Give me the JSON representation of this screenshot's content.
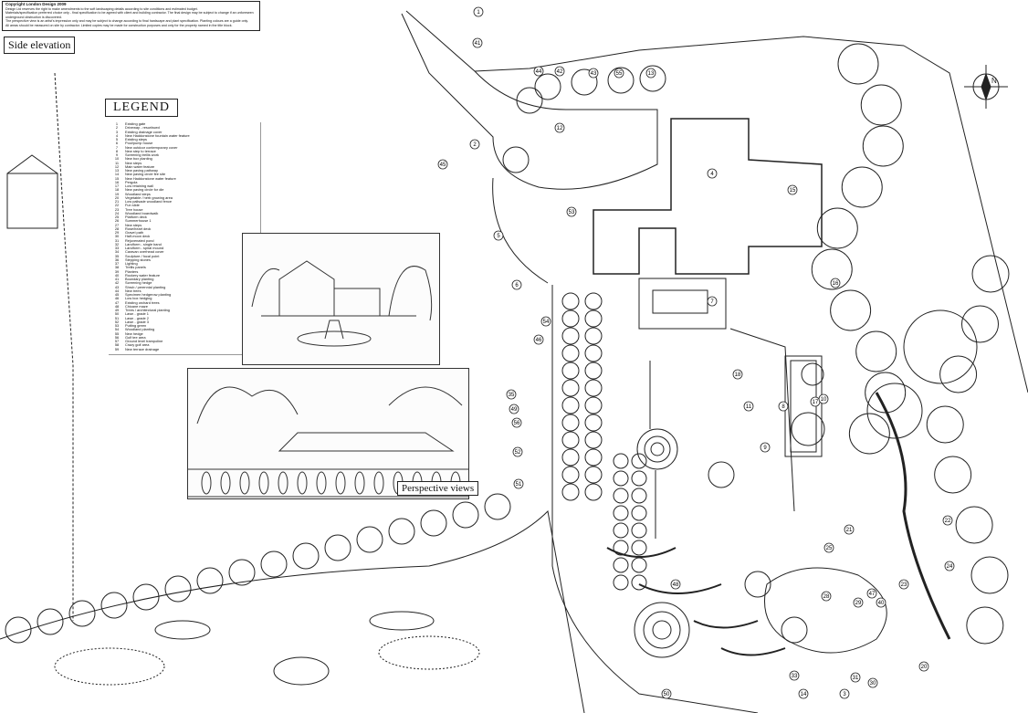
{
  "copyright": {
    "title": "Copyright London Design 2009",
    "lines": [
      "Design Ltd reserves the right to make amendments to the soft landscaping details according to site conditions and estimated budget.",
      "Materials/specification preferred choice only - final specification to be agreed with client and building contractor. The final design may be subject to change if an unforeseen underground obstruction is discovered.",
      "The perspective view is an artist's impression only and may be subject to change according to final hardscape and plant specification. Planting colours are a guide only.",
      "All areas should be measured on site by contractor. Limited copies may be made for construction purposes and only for the property named in the title block."
    ]
  },
  "side_elevation_label": "Side elevation",
  "legend": {
    "title": "LEGEND",
    "items": [
      "Existing gate",
      "Driveway - resurfaced",
      "Existing drainage cover",
      "New Haddonstone fountain water feature",
      "Existing steps",
      "Pool/pump house",
      "New outdoor contemporary cover",
      "New step to terrace",
      "Screening trellis work",
      "New box planting",
      "New steps",
      "Main water feature",
      "New paving pathway",
      "New paving circle fire site",
      "New Haddonstone water feature",
      "Pergola",
      "Low retaining wall",
      "New paving circle for die",
      "Woodland steps",
      "Vegetable / herb growing area",
      "Low palisade woodland fence",
      "Fun slide",
      "Tree house",
      "Woodland boardwalk",
      "Platform deck",
      "Summerhouse 1",
      "New steps",
      "Rose/heart deck",
      "Gravel path",
      "Half-moon deck",
      "Rejuvenated pond",
      "Landform - single band",
      "Landform - spiral mound",
      "Caravan overhead cover",
      "Sculpture / focal point",
      "Stepping stones",
      "Lighting",
      "Trellis panels",
      "Planters",
      "Rockery water feature",
      "Boundary planting",
      "Screening hedge",
      "Shrub / perennial planting",
      "New trees",
      "Specimen hedgerow planting",
      "Low box hedging",
      "Existing orchard trees",
      "Chicane maze",
      "Trees / architectural planting",
      "Lawn - grade 1",
      "Lawn - grade 2",
      "Lawn - grade 3",
      "Putting green",
      "Woodland planting",
      "New hedge",
      "Golf tee area",
      "Ground level trampoline",
      "Crazy golf area",
      "New terrace drainage"
    ]
  },
  "perspective_label": "Perspective views",
  "north_label": "N",
  "callouts": [
    "1",
    "41",
    "2",
    "45",
    "5",
    "6",
    "44",
    "42",
    "43",
    "55",
    "13",
    "12",
    "4",
    "15",
    "16",
    "17",
    "18",
    "11",
    "8",
    "9",
    "10",
    "48",
    "35",
    "49",
    "56",
    "52",
    "51",
    "50",
    "33",
    "31",
    "30",
    "28",
    "29",
    "40",
    "25",
    "21",
    "22",
    "24",
    "23",
    "20",
    "14",
    "3",
    "47",
    "46",
    "54",
    "53",
    "7"
  ]
}
